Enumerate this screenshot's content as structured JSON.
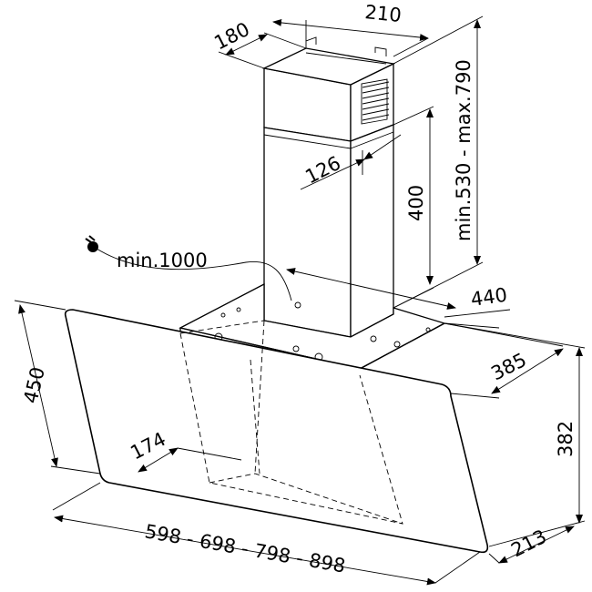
{
  "dimensions": {
    "top_depth": "180",
    "top_width": "210",
    "adjustable_height": "min.530 - max.790",
    "duct_offset": "126",
    "lower_duct_height": "400",
    "cable": "min.1000",
    "body_width": "440",
    "body_depth": "385",
    "glass_height": "450",
    "glass_vertical": "382",
    "inner_offset": "174",
    "widths": "598 - 698 - 798 - 898",
    "bottom_depth": "213"
  }
}
